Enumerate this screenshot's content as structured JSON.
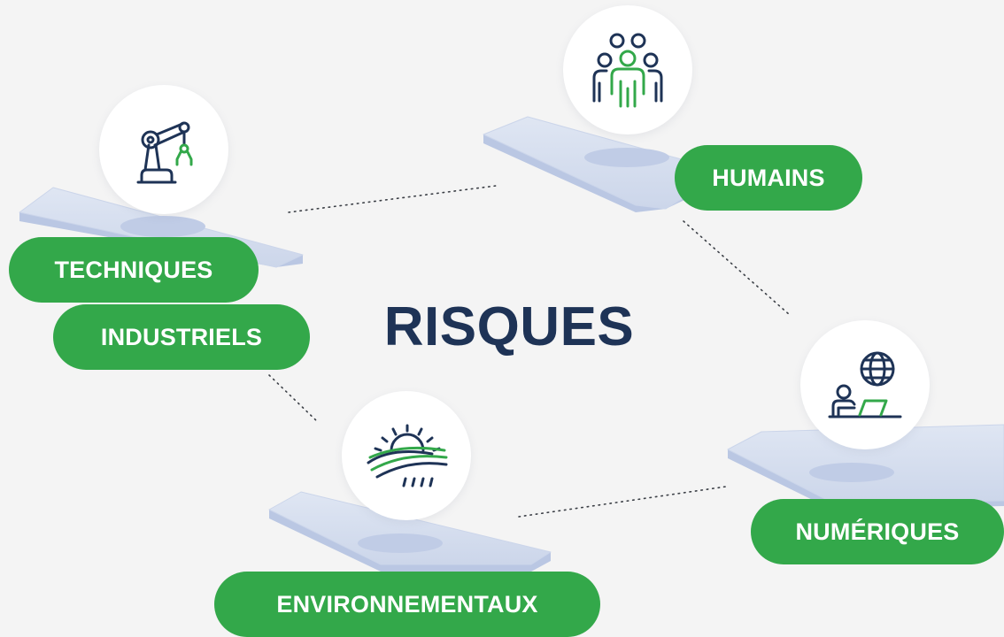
{
  "title": "RISQUES",
  "categories": {
    "techniques": "TECHNIQUES",
    "industriels": "INDUSTRIELS",
    "humains": "HUMAINS",
    "numeriques": "NUMÉRIQUES",
    "environnementaux": "ENVIRONNEMENTAUX"
  },
  "icons": {
    "techniques": "robot-arm-icon",
    "humains": "people-group-icon",
    "numeriques": "person-laptop-globe-icon",
    "environnementaux": "sun-field-icon"
  },
  "colors": {
    "accent_green": "#33a84a",
    "title_navy": "#1e3356",
    "platform": "#d5deef",
    "background": "#f4f4f4"
  }
}
